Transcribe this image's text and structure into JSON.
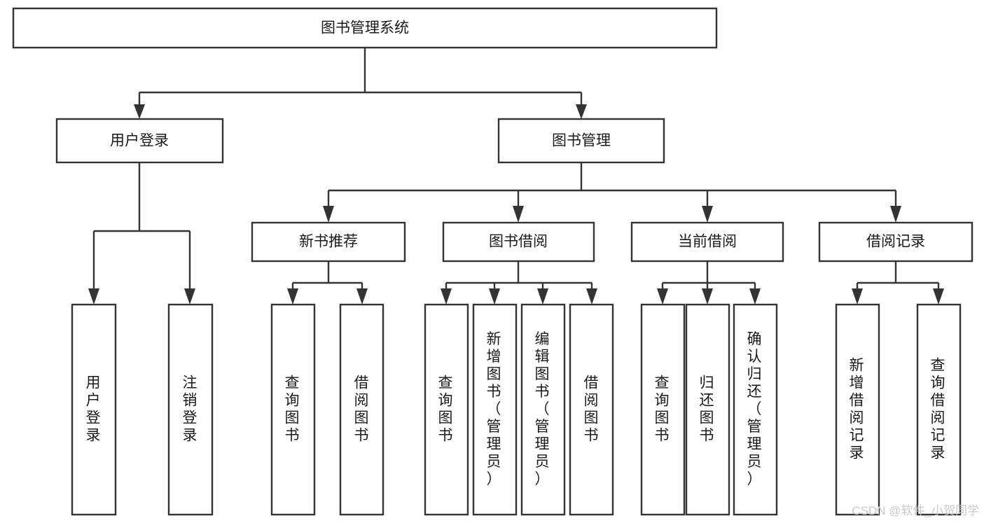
{
  "diagram": {
    "type": "hierarchy-tree",
    "title": "图书管理系统",
    "watermark": "CSDN @软件_小贺同学",
    "colors": {
      "box_stroke": "#333333",
      "box_fill": "#ffffff",
      "text": "#1a1a1a",
      "watermark": "#c9c9c9",
      "background": "#ffffff"
    },
    "levels": {
      "root": {
        "label": "图书管理系统"
      },
      "level2": [
        {
          "label": "用户登录"
        },
        {
          "label": "图书管理"
        }
      ],
      "level3": [
        {
          "label": "新书推荐"
        },
        {
          "label": "图书借阅"
        },
        {
          "label": "当前借阅"
        },
        {
          "label": "借阅记录"
        }
      ],
      "leaves": [
        {
          "label": "用户登录",
          "parent": "用户登录"
        },
        {
          "label": "注销登录",
          "parent": "用户登录"
        },
        {
          "label": "查询图书",
          "parent": "新书推荐"
        },
        {
          "label": "借阅图书",
          "parent": "新书推荐"
        },
        {
          "label": "查询图书",
          "parent": "图书借阅"
        },
        {
          "label": "新增图书（管理员）",
          "parent": "图书借阅"
        },
        {
          "label": "编辑图书（管理员）",
          "parent": "图书借阅"
        },
        {
          "label": "借阅图书",
          "parent": "图书借阅"
        },
        {
          "label": "查询图书",
          "parent": "当前借阅"
        },
        {
          "label": "归还图书",
          "parent": "当前借阅"
        },
        {
          "label": "确认归还（管理员）",
          "parent": "当前借阅"
        },
        {
          "label": "新增借阅记录",
          "parent": "借阅记录"
        },
        {
          "label": "查询借阅记录",
          "parent": "借阅记录"
        }
      ]
    }
  }
}
